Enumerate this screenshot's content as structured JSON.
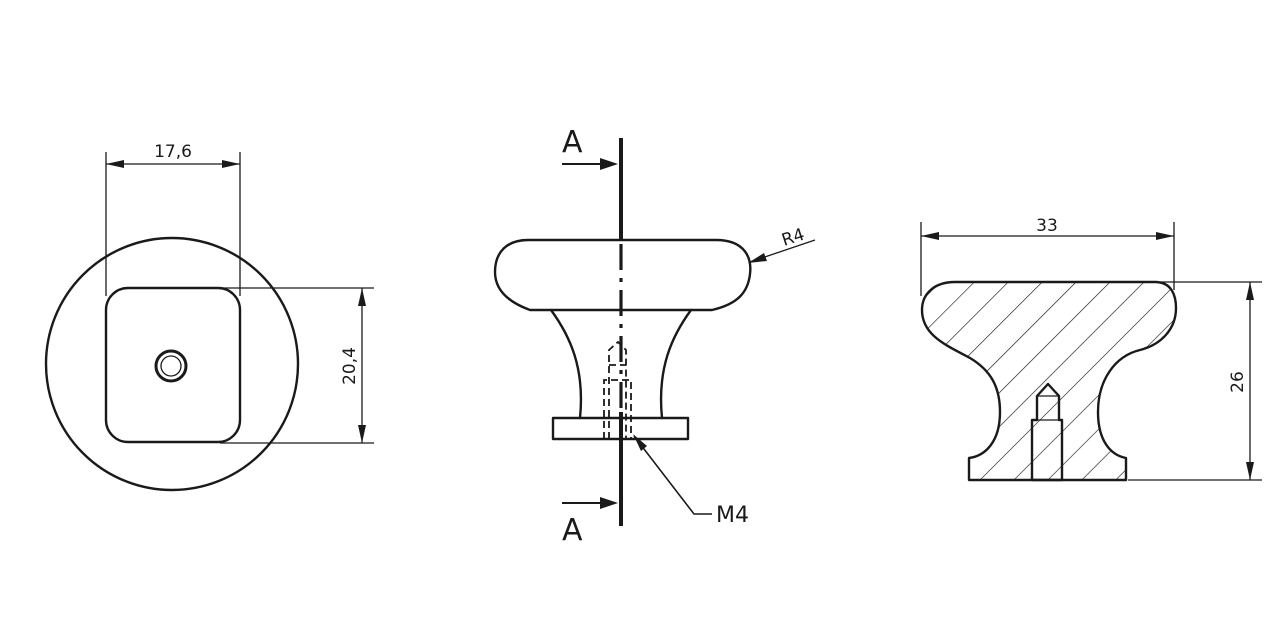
{
  "dimensions": {
    "top_width": "17,6",
    "top_height": "20,4",
    "radius": "R4",
    "section_width": "33",
    "section_height": "26"
  },
  "section_marker": {
    "top": "A",
    "bottom": "A"
  },
  "callouts": {
    "thread": "M4"
  }
}
